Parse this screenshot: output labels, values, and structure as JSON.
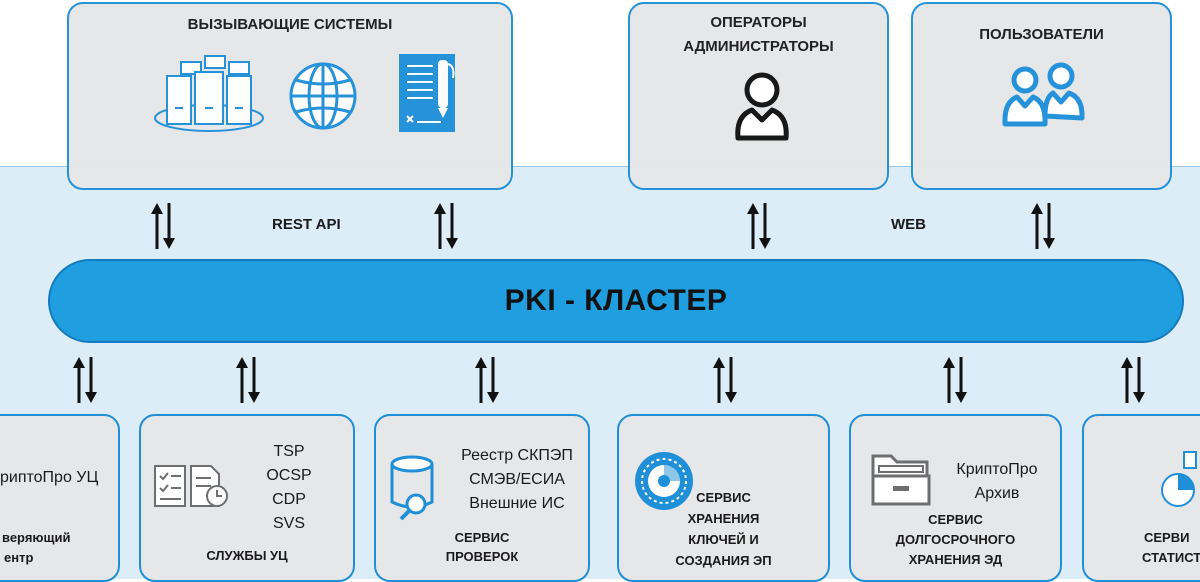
{
  "top": {
    "callers": {
      "title": "ВЫЗЫВАЮЩИЕ СИСТЕМЫ",
      "icons": [
        "server-rack-icon",
        "globe-icon",
        "document-pen-icon"
      ]
    },
    "operators": {
      "title_line1": "ОПЕРАТОРЫ",
      "title_line2": "АДМИНИСТРАТОРЫ",
      "icon": "person-icon"
    },
    "users": {
      "title": "ПОЛЬЗОВАТЕЛИ",
      "icon": "users-icon"
    }
  },
  "links": {
    "rest_api": "REST API",
    "web": "WEB"
  },
  "cluster": {
    "label": "PKI - КЛАСТЕР"
  },
  "services": [
    {
      "text": "риптоПро УЦ",
      "name_line1": "веряющий",
      "name_line2": "ентр"
    },
    {
      "list": [
        "TSP",
        "OCSP",
        "CDP",
        "SVS"
      ],
      "name": "СЛУЖБЫ УЦ"
    },
    {
      "list": [
        "Реестр СКПЭП",
        "СМЭВ/ЕСИА",
        "Внешние ИС"
      ],
      "name_line1": "СЕРВИС",
      "name_line2": "ПРОВЕРОК"
    },
    {
      "name_line1": "СЕРВИС",
      "name_line2": "ХРАНЕНИЯ",
      "name_line3": "КЛЮЧЕЙ И",
      "name_line4": "СОЗДАНИЯ ЭП"
    },
    {
      "list": [
        "КриптоПро",
        "Архив"
      ],
      "name_line1": "СЕРВИС",
      "name_line2": "ДОЛГОСРОЧНОГО",
      "name_line3": "ХРАНЕНИЯ ЭД"
    },
    {
      "name_line1": "СЕРВИ",
      "name_line2": "СТАТИСТ"
    }
  ],
  "colors": {
    "accent": "#1f9fe0",
    "border": "#1f8fd8",
    "box": "#e6e7e9",
    "band": "#dcedf8"
  }
}
